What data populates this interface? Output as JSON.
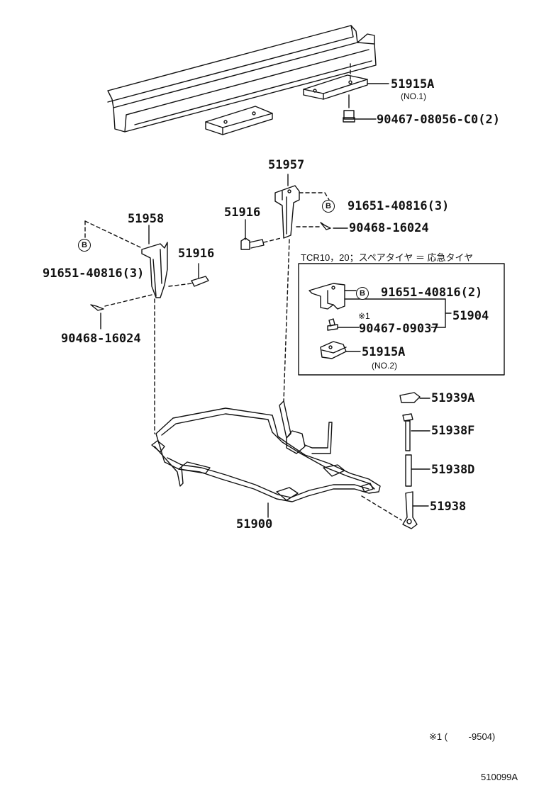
{
  "labels": {
    "p51915a_top": "51915A",
    "no1": "(NO.1)",
    "p90467_08056": "90467-08056-C0(2)",
    "p51957": "51957",
    "p91651_right": "91651-40816(3)",
    "p51916_right": "51916",
    "p90468_right": "90468-16024",
    "p51958": "51958",
    "p51916_left": "51916",
    "p91651_left": "91651-40816(3)",
    "p90468_left": "90468-16024",
    "inset_header": "TCR10，20；スペアタイヤ ＝ 応急タイヤ",
    "p91651_inset": "91651-40816(2)",
    "note_mark": "※1",
    "p90467_09037": "90467-09037",
    "p51904": "51904",
    "p51915a_inset": "51915A",
    "no2": "(NO.2)",
    "p51939a": "51939A",
    "p51938f": "51938F",
    "p51938d": "51938D",
    "p51938": "51938",
    "p51900": "51900",
    "footnote": "※1 (　　 -9504)",
    "diagram_id": "510099A"
  },
  "callouts": {
    "b_symbol": "B"
  }
}
